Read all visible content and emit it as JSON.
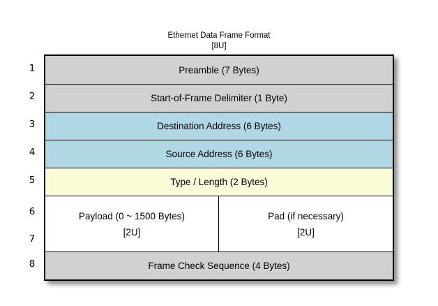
{
  "title": "Ethernet Data Frame Format",
  "subtitle": "[8U]",
  "rows": [
    {
      "num": "1",
      "label": "Preamble (7 Bytes)",
      "bg": "gray"
    },
    {
      "num": "2",
      "label": "Start-of-Frame Delimiter (1 Byte)",
      "bg": "gray"
    },
    {
      "num": "3",
      "label": "Destination Address (6 Bytes)",
      "bg": "blue"
    },
    {
      "num": "4",
      "label": "Source Address (6 Bytes)",
      "bg": "blue"
    },
    {
      "num": "5",
      "label": "Type / Length (2 Bytes)",
      "bg": "yellow"
    },
    {
      "num": "6"
    },
    {
      "num": "7"
    },
    {
      "num": "8",
      "label": "Frame Check Sequence (4 Bytes)",
      "bg": "gray"
    }
  ],
  "merged_row": {
    "bg": "white",
    "cells": [
      {
        "line1": "Payload (0 ~ 1500 Bytes)",
        "line2": "[2U]"
      },
      {
        "line1": "Pad (if necessary)",
        "line2": "[2U]"
      }
    ]
  },
  "colors": {
    "gray": "#d1d1d1",
    "blue": "#b0d8e4",
    "yellow": "#fdfcd8",
    "white": "#ffffff",
    "border": "#000000"
  }
}
